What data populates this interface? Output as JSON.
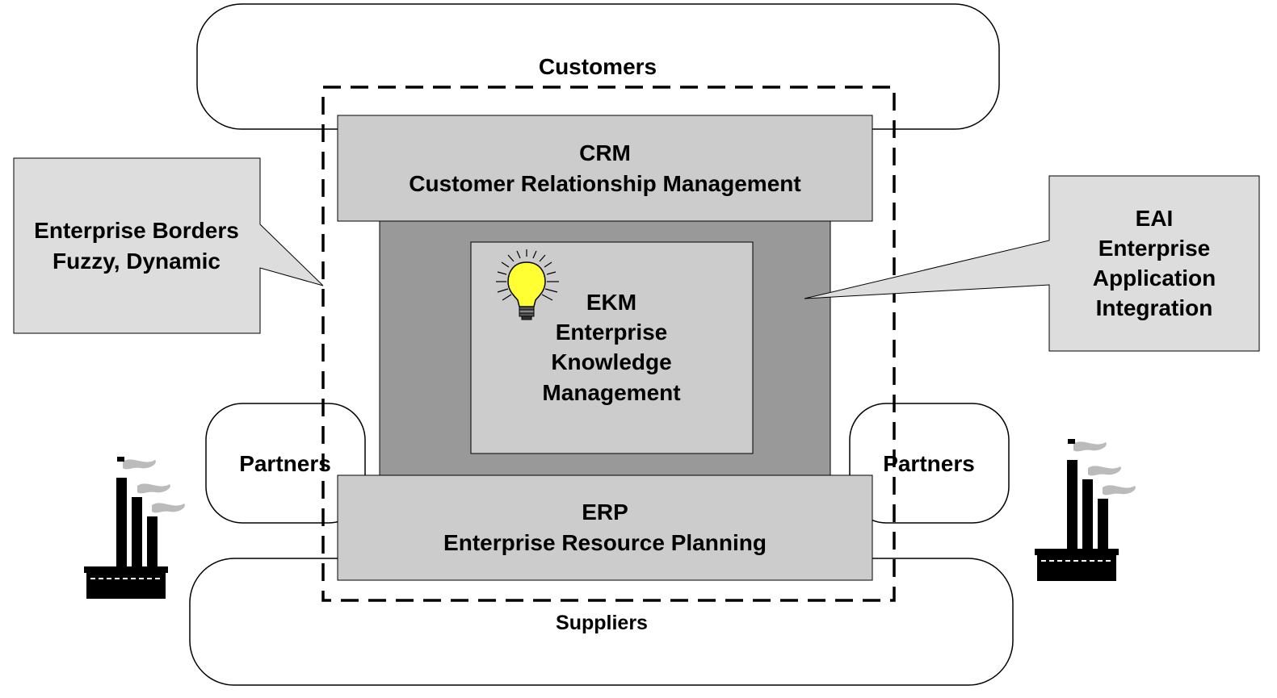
{
  "customers": {
    "label": "Customers"
  },
  "suppliers": {
    "label": "Suppliers"
  },
  "partners_left": {
    "label": "Partners"
  },
  "partners_right": {
    "label": "Partners"
  },
  "crm": {
    "abbr": "CRM",
    "name": "Customer Relationship Management"
  },
  "erp": {
    "abbr": "ERP",
    "name": "Enterprise Resource Planning"
  },
  "ekm": {
    "abbr": "EKM",
    "line1": "Enterprise",
    "line2": "Knowledge",
    "line3": "Management"
  },
  "callout_borders": {
    "line1": "Enterprise Borders",
    "line2": "Fuzzy, Dynamic"
  },
  "callout_eai": {
    "line1": "EAI",
    "line2": "Enterprise",
    "line3": "Application",
    "line4": "Integration"
  },
  "icons": {
    "lightbulb": "lightbulb-icon",
    "factory_left": "factory-icon",
    "factory_right": "factory-icon"
  },
  "colors": {
    "box_light": "#cccccc",
    "box_dark": "#999999",
    "callout_fill": "#dddddd",
    "bulb": "#ffff33",
    "smoke": "#bbbbbb",
    "factory": "#000000"
  }
}
